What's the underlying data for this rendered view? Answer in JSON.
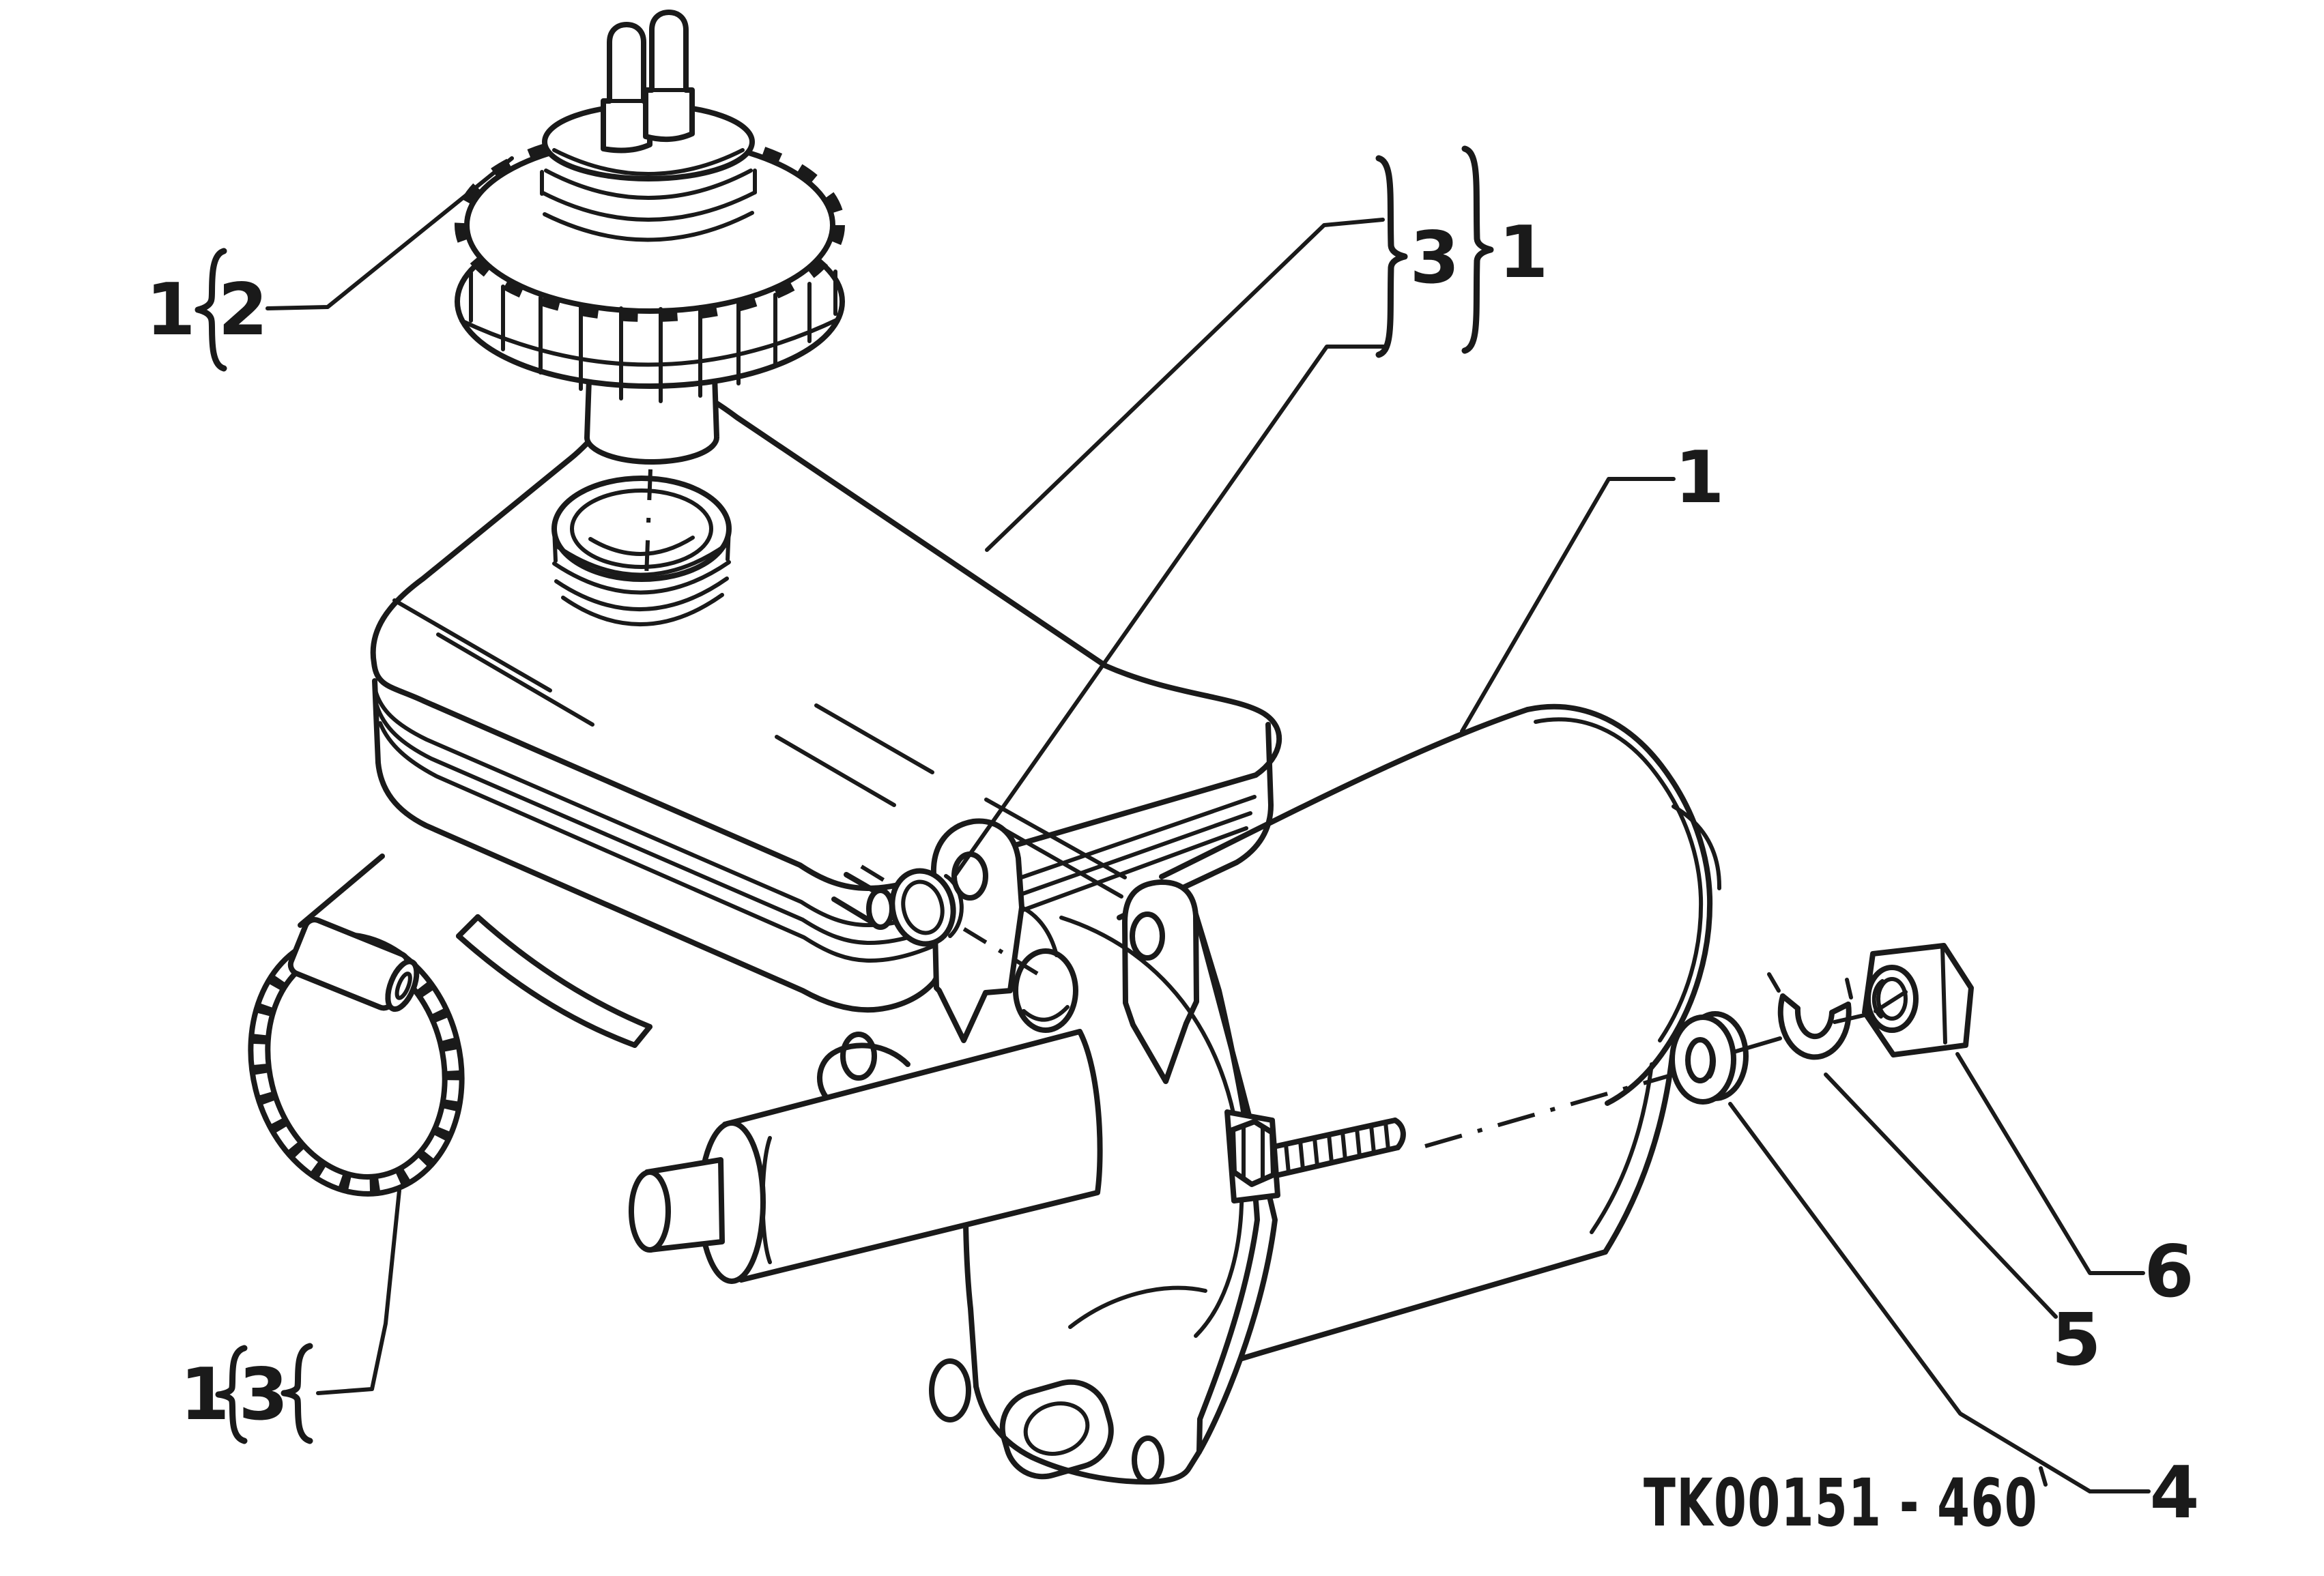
{
  "drawing_number": "TK00151 - 460",
  "colors": {
    "ink": "#1a1a1a",
    "paper": "#ffffff"
  },
  "callouts": {
    "cap_group": {
      "qty": "1",
      "part": "2"
    },
    "seal_group": {
      "part": "3",
      "group": "1"
    },
    "booster": {
      "part": "1"
    },
    "clamp_group": {
      "qty": "1",
      "part": "3"
    },
    "washer": {
      "part": "4"
    },
    "clip": {
      "part": "5"
    },
    "nut": {
      "part": "6"
    }
  }
}
